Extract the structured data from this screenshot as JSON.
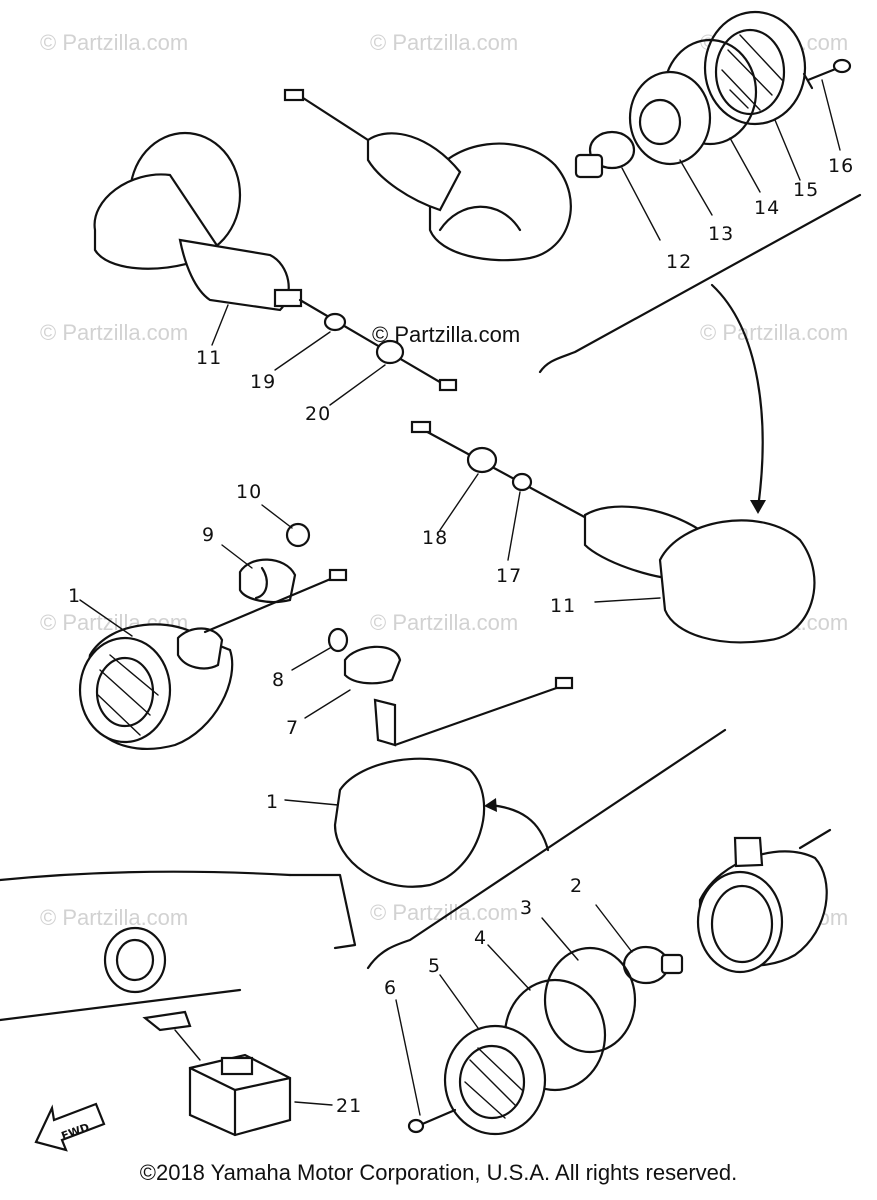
{
  "watermark": "© Partzilla.com",
  "center_watermark": "© Partzilla.com",
  "copyright": "©2018 Yamaha Motor Corporation, U.S.A. All rights reserved.",
  "fwd_label": "FWD",
  "callouts": {
    "c1a": "1",
    "c1b": "1",
    "c2": "2",
    "c3": "3",
    "c4": "4",
    "c5": "5",
    "c6": "6",
    "c7": "7",
    "c8": "8",
    "c9": "9",
    "c10": "10",
    "c11a": "11",
    "c11b": "11",
    "c12": "12",
    "c13": "13",
    "c14": "14",
    "c15": "15",
    "c16": "16",
    "c17": "17",
    "c18": "18",
    "c19": "19",
    "c20": "20",
    "c21": "21"
  }
}
